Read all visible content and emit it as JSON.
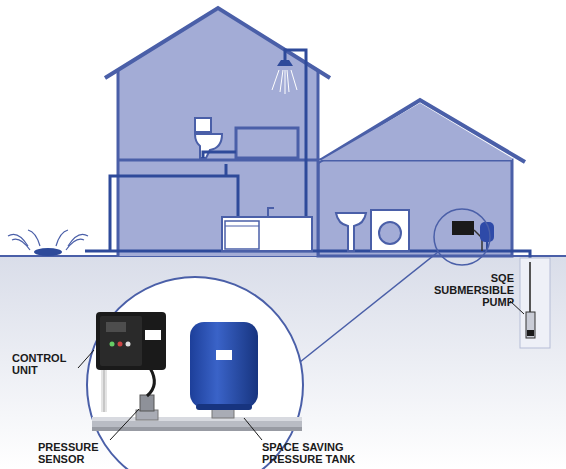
{
  "diagram": {
    "labels": [
      "CONTROL UNIT",
      "PRESSURE SENSOR",
      "SPACE SAVING PRESSURE TANK",
      "SQE SUBMERSIBLE PUMP"
    ]
  }
}
